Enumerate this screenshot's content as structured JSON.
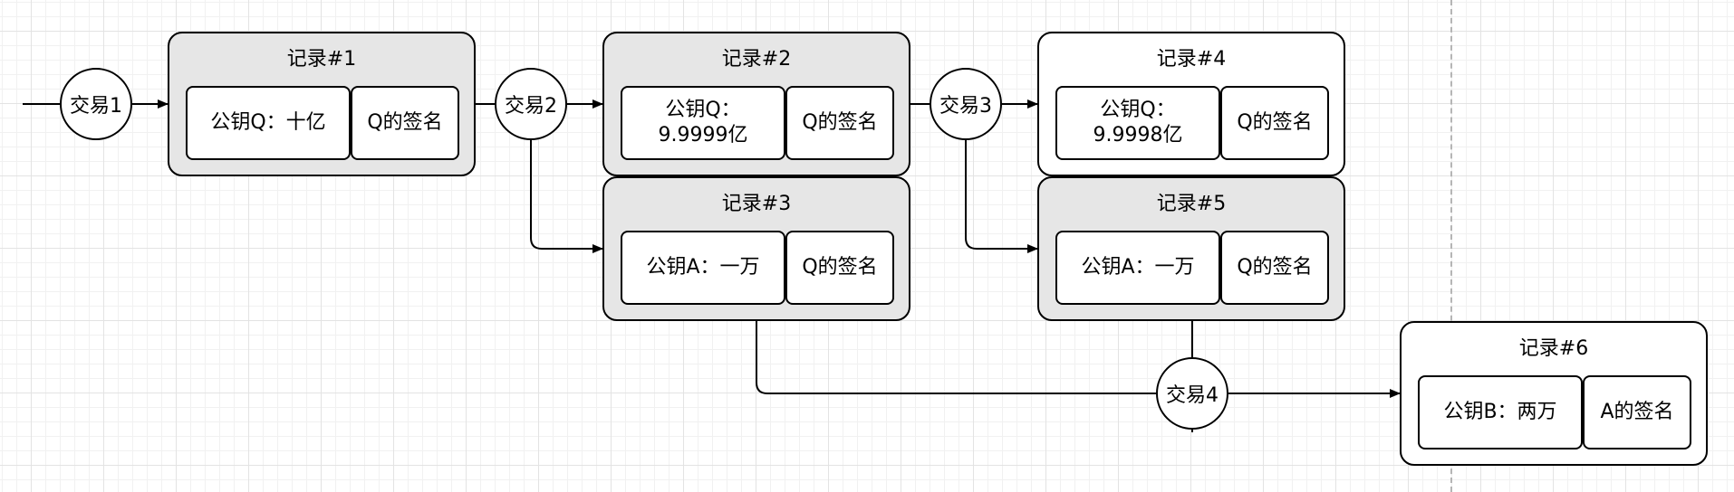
{
  "records": [
    {
      "id": "r1",
      "title": "记录#1",
      "key": "公钥Q：十亿",
      "sig": "Q的签名"
    },
    {
      "id": "r2",
      "title": "记录#2",
      "key": "公钥Q：\n9.9999亿",
      "sig": "Q的签名"
    },
    {
      "id": "r3",
      "title": "记录#3",
      "key": "公钥A：一万",
      "sig": "Q的签名"
    },
    {
      "id": "r4",
      "title": "记录#4",
      "key": "公钥Q：\n9.9998亿",
      "sig": "Q的签名"
    },
    {
      "id": "r5",
      "title": "记录#5",
      "key": "公钥A：一万",
      "sig": "Q的签名"
    },
    {
      "id": "r6",
      "title": "记录#6",
      "key": "公钥B：两万",
      "sig": "A的签名"
    }
  ],
  "transactions": [
    {
      "id": "t1",
      "label": "交易1"
    },
    {
      "id": "t2",
      "label": "交易2"
    },
    {
      "id": "t3",
      "label": "交易3"
    },
    {
      "id": "t4",
      "label": "交易4"
    }
  ],
  "edges": [
    {
      "from": "input",
      "to": "交易1"
    },
    {
      "from": "交易1",
      "to": "记录#1"
    },
    {
      "from": "记录#1",
      "to": "交易2"
    },
    {
      "from": "交易2",
      "to": "记录#2"
    },
    {
      "from": "交易2",
      "to": "记录#3"
    },
    {
      "from": "记录#2",
      "to": "交易3"
    },
    {
      "from": "交易3",
      "to": "记录#4"
    },
    {
      "from": "交易3",
      "to": "记录#5"
    },
    {
      "from": "记录#3",
      "to": "交易4"
    },
    {
      "from": "记录#5",
      "to": "交易4"
    },
    {
      "from": "交易4",
      "to": "记录#6"
    }
  ],
  "colors": {
    "shaded_record": "#e6e6e6",
    "white_record": "#ffffff",
    "stroke": "#000000",
    "grid": "#e3e3e3"
  }
}
